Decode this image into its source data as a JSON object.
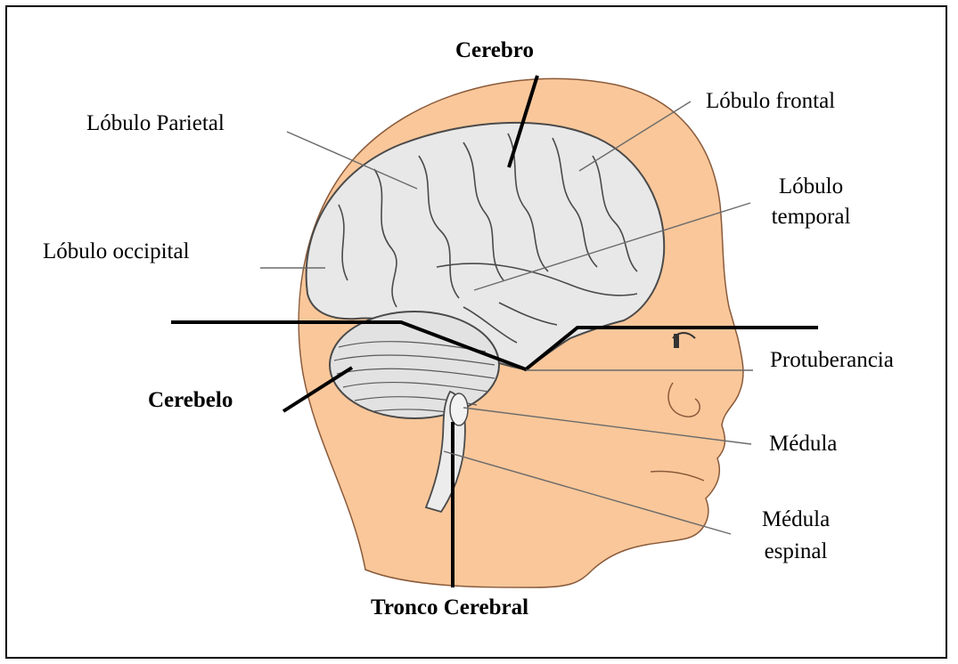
{
  "labels": {
    "cerebro": "Cerebro",
    "lobulo_parietal": "Lóbulo Parietal",
    "lobulo_frontal": "Lóbulo frontal",
    "lobulo_temporal_1": "Lóbulo",
    "lobulo_temporal_2": "temporal",
    "lobulo_occipital": "Lóbulo occipital",
    "protuberancia": "Protuberancia",
    "cerebelo": "Cerebelo",
    "medula": "Médula",
    "medula_espinal_1": "Médula",
    "medula_espinal_2": "espinal",
    "tronco_cerebral": "Tronco Cerebral"
  },
  "colors": {
    "skin": "#f9c79a",
    "brain": "#e8e8e8",
    "brain_outline": "#4a4a4a",
    "leader_thin": "#6a6a6a",
    "leader_bold": "#000000"
  }
}
